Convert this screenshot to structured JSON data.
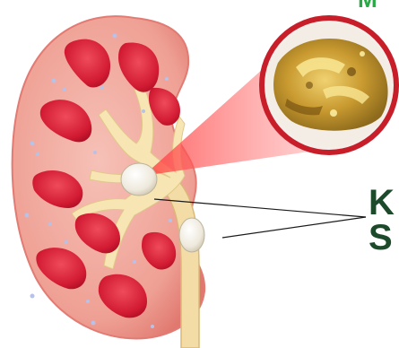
{
  "labels": {
    "top_fragment": "M",
    "line1": "K",
    "line2": "S"
  },
  "colors": {
    "kidney_cortex": "#f0a49a",
    "kidney_outline": "#e7837a",
    "pyramid": "#d61e35",
    "pyramid_dark": "#b51029",
    "pelvis": "#f7e8b7",
    "stone": "#f4f1e9",
    "callout_beam": "#ff4a4a",
    "circle_border": "#c81e2a",
    "stone_photo": "#c79a2d",
    "label_dark": "#1d4a2a",
    "label_green": "#2aa846",
    "pointer_line": "#1a1a1a"
  },
  "icons": {
    "kidney": "kidney-cross-section-illustration",
    "stone_closeup": "kidney-stone-photo"
  }
}
